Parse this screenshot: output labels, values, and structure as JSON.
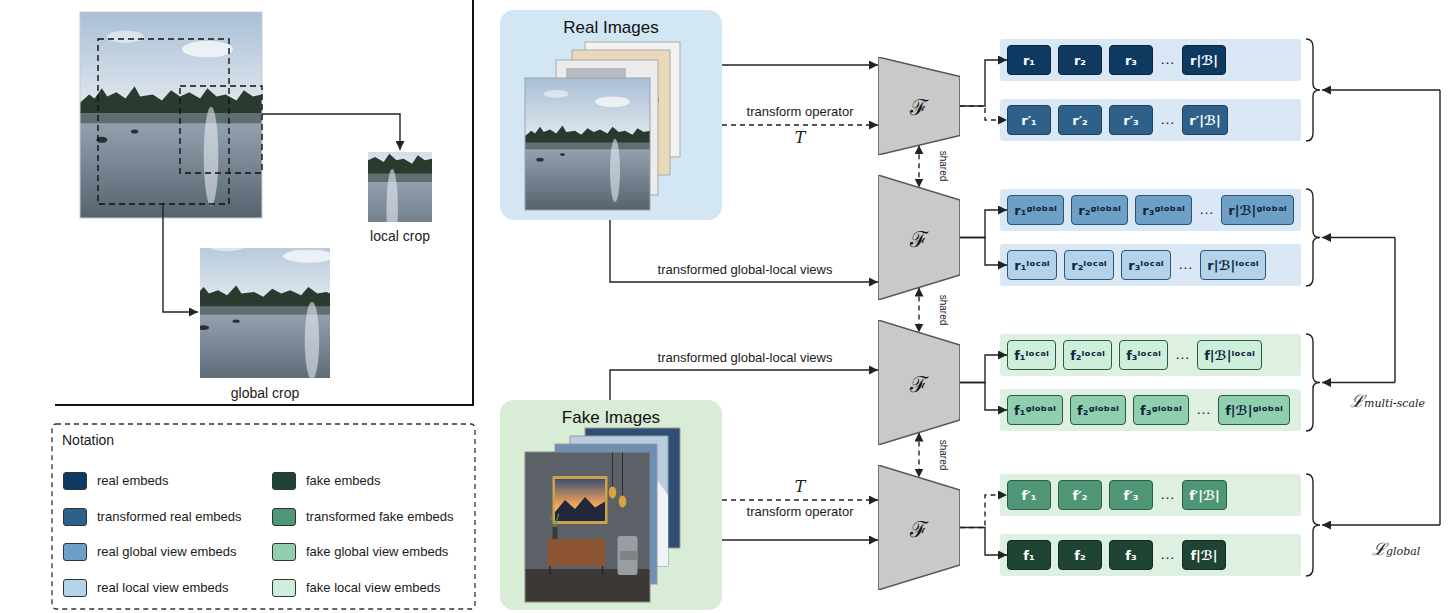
{
  "diagram": {
    "nodes": [
      {
        "text": [
          "Real Images"
        ]
      },
      {
        "text": [
          "Fake Images"
        ]
      },
      {
        "text": [
          "ℱ"
        ]
      },
      {
        "text": [
          "ℱ"
        ]
      },
      {
        "text": [
          "ℱ"
        ]
      },
      {
        "text": [
          "ℱ"
        ]
      },
      {
        "text": [
          "r₁"
        ]
      },
      {
        "text": [
          "r₂"
        ]
      },
      {
        "text": [
          "r₃"
        ]
      },
      {
        "text": [
          "r|ℬ|"
        ]
      },
      {
        "text": [
          "r′₁"
        ]
      },
      {
        "text": [
          "r′₂"
        ]
      },
      {
        "text": [
          "r′₃"
        ]
      },
      {
        "text": [
          "r′|ℬ|"
        ]
      },
      {
        "text": [
          "r₁ᵍˡᵒᵇᵃˡ"
        ]
      },
      {
        "text": [
          "r₂ᵍˡᵒᵇᵃˡ"
        ]
      },
      {
        "text": [
          "r₃ᵍˡᵒᵇᵃˡ"
        ]
      },
      {
        "text": [
          "r|ℬ|ᵍˡᵒᵇᵃˡ"
        ]
      },
      {
        "text": [
          "r₁ˡᵒᶜᵃˡ"
        ]
      },
      {
        "text": [
          "r₂ˡᵒᶜᵃˡ"
        ]
      },
      {
        "text": [
          "r₃ˡᵒᶜᵃˡ"
        ]
      },
      {
        "text": [
          "r|ℬ|ˡᵒᶜᵃˡ"
        ]
      },
      {
        "text": [
          "f₁ˡᵒᶜᵃˡ"
        ]
      },
      {
        "text": [
          "f₂ˡᵒᶜᵃˡ"
        ]
      },
      {
        "text": [
          "f₃ˡᵒᶜᵃˡ"
        ]
      },
      {
        "text": [
          "f|ℬ|ˡᵒᶜᵃˡ"
        ]
      },
      {
        "text": [
          "f₁ᵍˡᵒᵇᵃˡ"
        ]
      },
      {
        "text": [
          "f₂ᵍˡᵒᵇᵃˡ"
        ]
      },
      {
        "text": [
          "f₃ᵍˡᵒᵇᵃˡ"
        ]
      },
      {
        "text": [
          "f|ℬ|ᵍˡᵒᵇᵃˡ"
        ]
      },
      {
        "text": [
          "f′₁"
        ]
      },
      {
        "text": [
          "f′₂"
        ]
      },
      {
        "text": [
          "f′₃"
        ]
      },
      {
        "text": [
          "f′|ℬ|"
        ]
      },
      {
        "text": [
          "f₁"
        ]
      },
      {
        "text": [
          "f₂"
        ]
      },
      {
        "text": [
          "f₃"
        ]
      },
      {
        "text": [
          "f|ℬ|"
        ]
      }
    ],
    "edges": [
      {
        "from": 0,
        "to": 2,
        "arrow": "to"
      },
      {
        "from": 0,
        "to": 2,
        "label": "transform operator",
        "arrow": "to"
      },
      {
        "from": 0,
        "to": 3,
        "label": "transformed global-local views",
        "arrow": "to"
      },
      {
        "from": 2,
        "to": 3,
        "label": "shared",
        "arrow": "both"
      },
      {
        "from": 3,
        "to": 4,
        "label": "shared",
        "arrow": "both"
      },
      {
        "from": 4,
        "to": 5,
        "label": "shared",
        "arrow": "both"
      },
      {
        "from": 1,
        "to": 4,
        "label": "transformed global-local views",
        "arrow": "to"
      },
      {
        "from": 1,
        "to": 5,
        "label": "transform operator",
        "arrow": "to"
      },
      {
        "from": 1,
        "to": 5,
        "arrow": "to"
      },
      {
        "from": 2,
        "to": 6,
        "arrow": "to"
      },
      {
        "from": 2,
        "to": 10,
        "arrow": "to"
      },
      {
        "from": 3,
        "to": 14,
        "arrow": "to"
      },
      {
        "from": 3,
        "to": 18,
        "arrow": "to"
      },
      {
        "from": 4,
        "to": 22,
        "arrow": "to"
      },
      {
        "from": 4,
        "to": 26,
        "arrow": "to"
      },
      {
        "from": 5,
        "to": 30,
        "arrow": "to"
      },
      {
        "from": 5,
        "to": 34,
        "arrow": "to"
      }
    ],
    "labels": [
      "local crop",
      "global crop",
      "Notation",
      "T",
      "T",
      "…",
      "…",
      "…",
      "…",
      "…",
      "…",
      "…",
      "…",
      "ℒmulti-scale",
      "ℒglobal"
    ],
    "legend": [
      {
        "text": "real embeds",
        "color": "#0e3a62"
      },
      {
        "text": "fake embeds",
        "color": "#1f4434"
      },
      {
        "text": "transformed real embeds",
        "color": "#2d6189"
      },
      {
        "text": "transformed fake embeds",
        "color": "#4e9676"
      },
      {
        "text": "real global view embeds",
        "color": "#6e9fc6"
      },
      {
        "text": "fake global view embeds",
        "color": "#8fcfae"
      },
      {
        "text": "real local view embeds",
        "color": "#b3d3ea"
      },
      {
        "text": "fake local view embeds",
        "color": "#cdeedb"
      }
    ]
  }
}
